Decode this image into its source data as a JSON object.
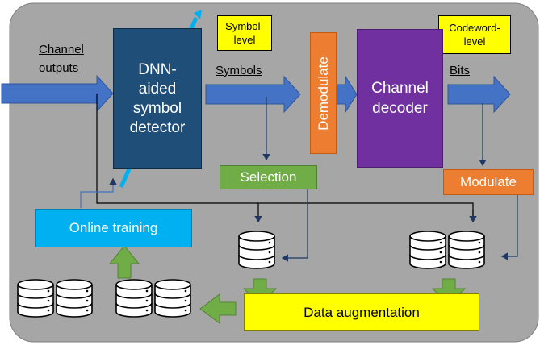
{
  "labels": {
    "channel_outputs_line1": "Channel",
    "channel_outputs_line2": "outputs",
    "symbols": "Symbols",
    "bits": "Bits"
  },
  "blocks": {
    "detector_line1": "DNN-",
    "detector_line2": "aided",
    "detector_line3": "symbol",
    "detector_line4": "detector",
    "demodulate": "Demodulate",
    "decoder_line1": "Channel",
    "decoder_line2": "decoder",
    "selection": "Selection",
    "modulate": "Modulate",
    "online_training": "Online training",
    "data_augmentation": "Data augmentation"
  },
  "notes": {
    "symbol_level_line1": "Symbol-",
    "symbol_level_line2": "level",
    "codeword_level_line1": "Codeword-",
    "codeword_level_line2": "level"
  },
  "colors": {
    "panel": "#a6a6a6",
    "detector": "#1f4e79",
    "decoder": "#7030a0",
    "orange": "#ed7d31",
    "green_box": "#70ad47",
    "cyan_box": "#00b0f0",
    "yellow": "#ffff00",
    "arrow_blue": "#4472c4",
    "arrow_green": "#70ad47"
  }
}
